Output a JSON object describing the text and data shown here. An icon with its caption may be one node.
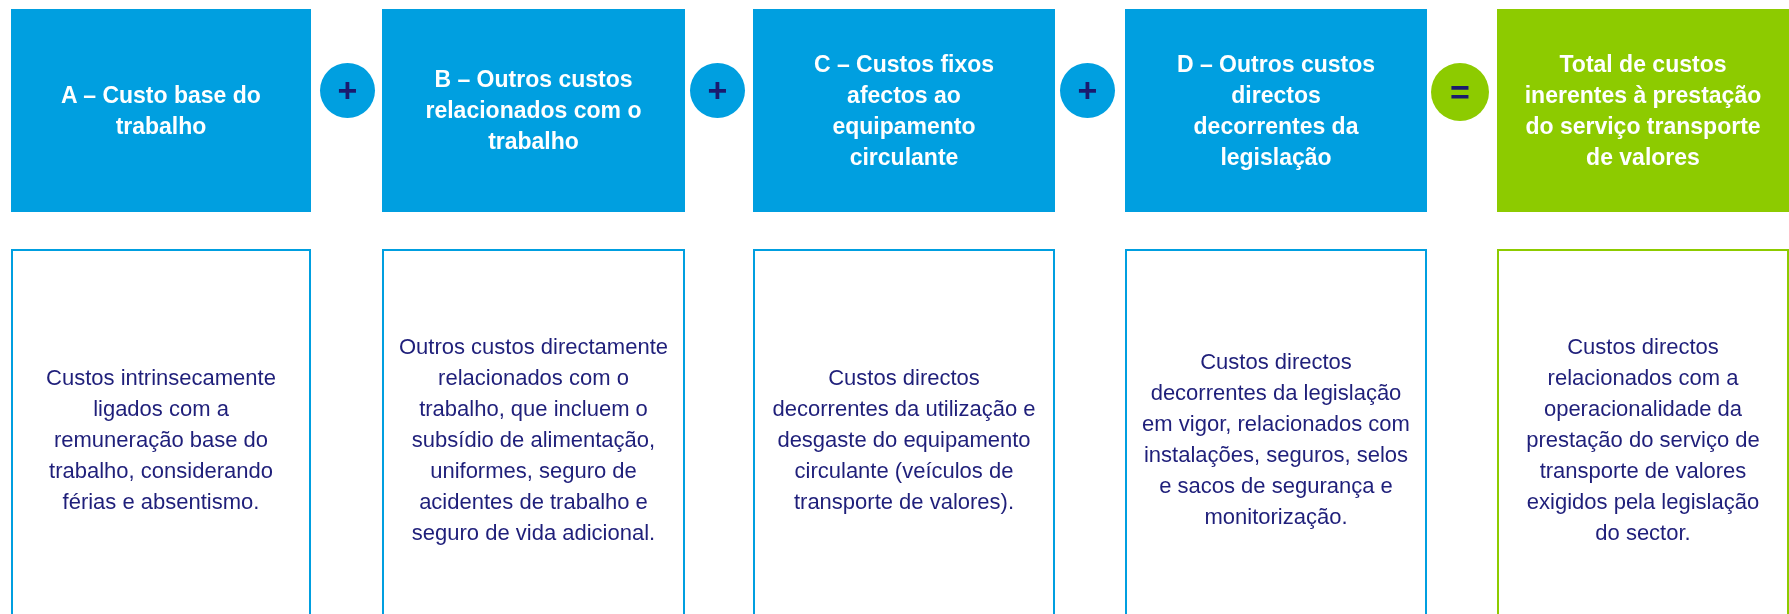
{
  "diagram": {
    "nodes": [
      {
        "text": [
          "A – Custo base do trabalho"
        ]
      },
      {
        "text": [
          "+"
        ]
      },
      {
        "text": [
          "B – Outros custos relacionados com o trabalho"
        ]
      },
      {
        "text": [
          "+"
        ]
      },
      {
        "text": [
          "C – Custos fixos afectos ao equipamento circulante"
        ]
      },
      {
        "text": [
          "+"
        ]
      },
      {
        "text": [
          "D – Outros custos directos decorrentes da legislação"
        ]
      },
      {
        "text": [
          "="
        ]
      },
      {
        "text": [
          "Total de custos inerentes à prestação do serviço transporte de valores"
        ]
      },
      {
        "text": [
          "Custos intrinsecamente ligados com a remuneração base do trabalho, considerando férias e absentismo."
        ]
      },
      {
        "text": [
          "Outros custos directamente relacionados com o trabalho, que incluem o subsídio de alimentação, uniformes, seguro de acidentes de trabalho e seguro de vida adicional."
        ]
      },
      {
        "text": [
          "Custos directos decorrentes da utilização e desgaste do equipamento circulante (veículos de transporte de valores)."
        ]
      },
      {
        "text": [
          "Custos directos decorrentes da legislação em vigor, relacionados com instalações, seguros, selos e sacos de segurança e monitorização."
        ]
      },
      {
        "text": [
          "Custos directos relacionados com a operacionalidade da prestação do serviço de transporte de valores exigidos pela legislação do sector."
        ]
      }
    ]
  }
}
